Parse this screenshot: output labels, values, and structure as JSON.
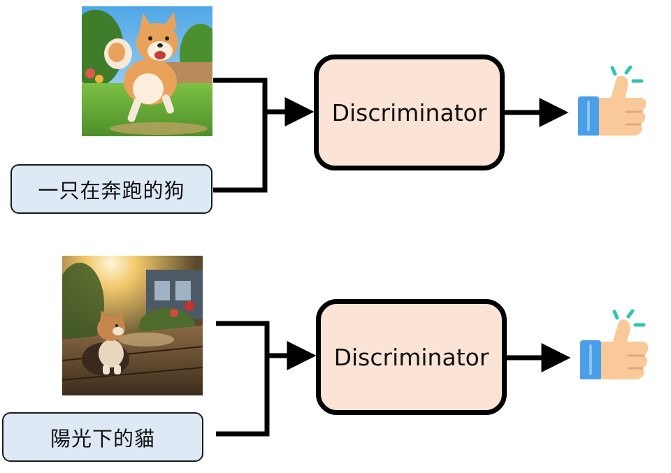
{
  "rows": [
    {
      "image_icon": "shiba-dog-photo",
      "caption": "一只在奔跑的狗",
      "discriminator_label": "Discriminator",
      "output_icon": "thumbs-up-icon"
    },
    {
      "image_icon": "cat-in-sunlight-photo",
      "caption": "陽光下的貓",
      "discriminator_label": "Discriminator",
      "output_icon": "thumbs-up-icon"
    }
  ],
  "colors": {
    "caption_fill": "#dde9f5",
    "discriminator_fill": "#fbe4d6",
    "thumb_cuff": "#4a9fe8",
    "thumb_hand": "#f9c99a",
    "thumb_sparks": "#2ec4b6"
  }
}
